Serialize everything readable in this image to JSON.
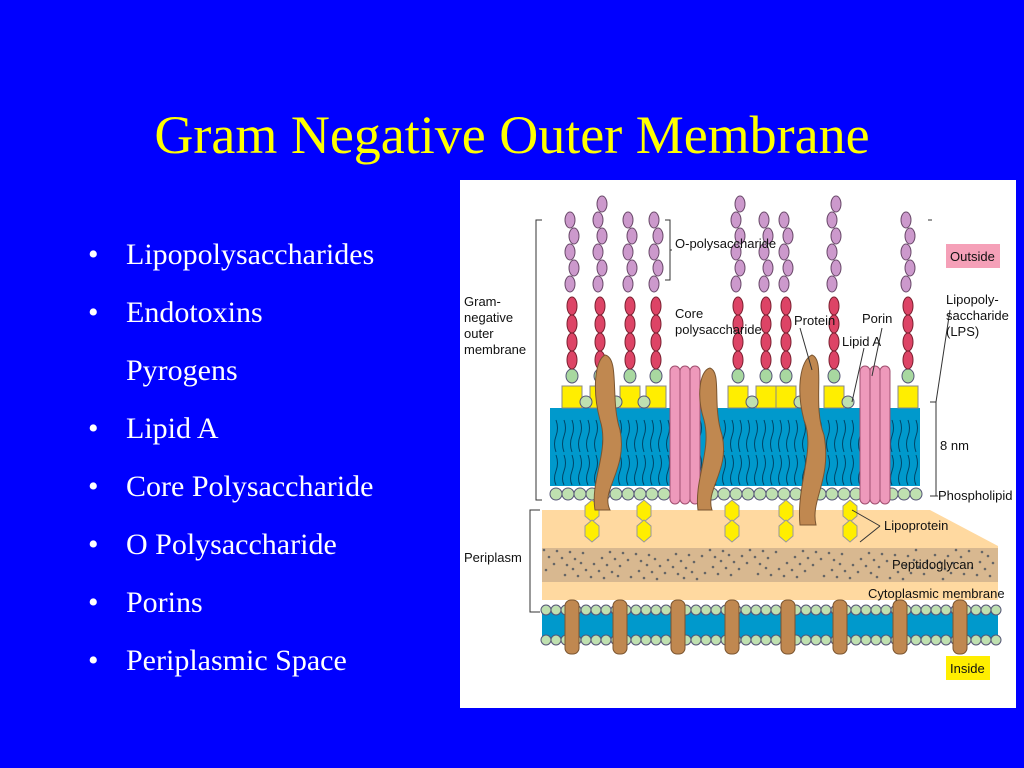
{
  "title": "Gram Negative Outer Membrane",
  "bullets": [
    {
      "text": "Lipopolysaccharides",
      "bullet": true
    },
    {
      "text": "Endotoxins",
      "bullet": true
    },
    {
      "text": "Pyrogens",
      "bullet": false
    },
    {
      "text": "Lipid A",
      "bullet": true
    },
    {
      "text": "Core Polysaccharide",
      "bullet": true
    },
    {
      "text": "O Polysaccharide",
      "bullet": true
    },
    {
      "text": "Porins",
      "bullet": true
    },
    {
      "text": "Periplasmic Space",
      "bullet": true
    }
  ],
  "diagram": {
    "labels": {
      "gram_neg_1": "Gram-",
      "gram_neg_2": "negative",
      "gram_neg_3": "outer",
      "gram_neg_4": "membrane",
      "o_poly": "O-polysaccharide",
      "core_1": "Core",
      "core_2": "polysaccharide",
      "protein": "Protein",
      "porin": "Porin",
      "lipid_a": "Lipid A",
      "outside": "Outside",
      "lps_1": "Lipopoly-",
      "lps_2": "saccharide",
      "lps_3": "(LPS)",
      "nm": "8 nm",
      "phospholipid": "Phospholipid",
      "lipoprotein": "Lipoprotein",
      "periplasm": "Periplasm",
      "peptidoglycan": "Peptidoglycan",
      "cytoplasmic": "Cytoplasmic membrane",
      "inside": "Inside"
    },
    "colors": {
      "background": "#0000ff",
      "title": "#ffff00",
      "membrane_blue": "#0099cc",
      "lipid_a_yellow": "#ffee00",
      "o_chain": "#cc99cc",
      "core_chain": "#dd4466",
      "porin_pink": "#ee99bb",
      "protein_brown": "#c08850",
      "periplasm": "#ffd9a0",
      "peptidoglycan": "#d8b890",
      "outside_tag": "#f5a0b8",
      "inside_tag": "#ffee00"
    }
  }
}
